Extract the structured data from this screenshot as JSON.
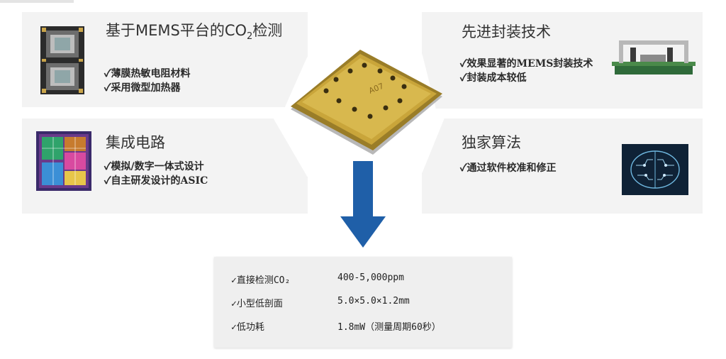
{
  "cards": {
    "mems": {
      "title_prefix": "基于MEMS平台的CO",
      "title_sub": "2",
      "title_suffix": "检测",
      "bullets": [
        "✓薄膜热敏电阻材料",
        "✓采用微型加热器"
      ]
    },
    "packaging": {
      "title": "先进封装技术",
      "bullets": [
        "✓效果显著的MEMS封装技术",
        "✓封装成本较低"
      ]
    },
    "circuit": {
      "title": "集成电路",
      "bullets": [
        "✓模拟/数字一体式设计",
        "✓自主研发设计的ASIC"
      ]
    },
    "algorithm": {
      "title": "独家算法",
      "bullets": [
        "✓通过软件校准和修正"
      ]
    }
  },
  "chip": {
    "marking": "A07"
  },
  "specs": [
    {
      "label": "✓直接检测CO₂",
      "value": "400-5,000ppm"
    },
    {
      "label": "✓小型低剖面",
      "value": "5.0×5.0×1.2mm"
    },
    {
      "label": "✓低功耗",
      "value": "1.8mW（测量周期60秒）"
    }
  ],
  "colors": {
    "arrow": "#1f5fa8",
    "card_bg": "#f3f3f3",
    "chip_gold": "#c9a53a"
  }
}
